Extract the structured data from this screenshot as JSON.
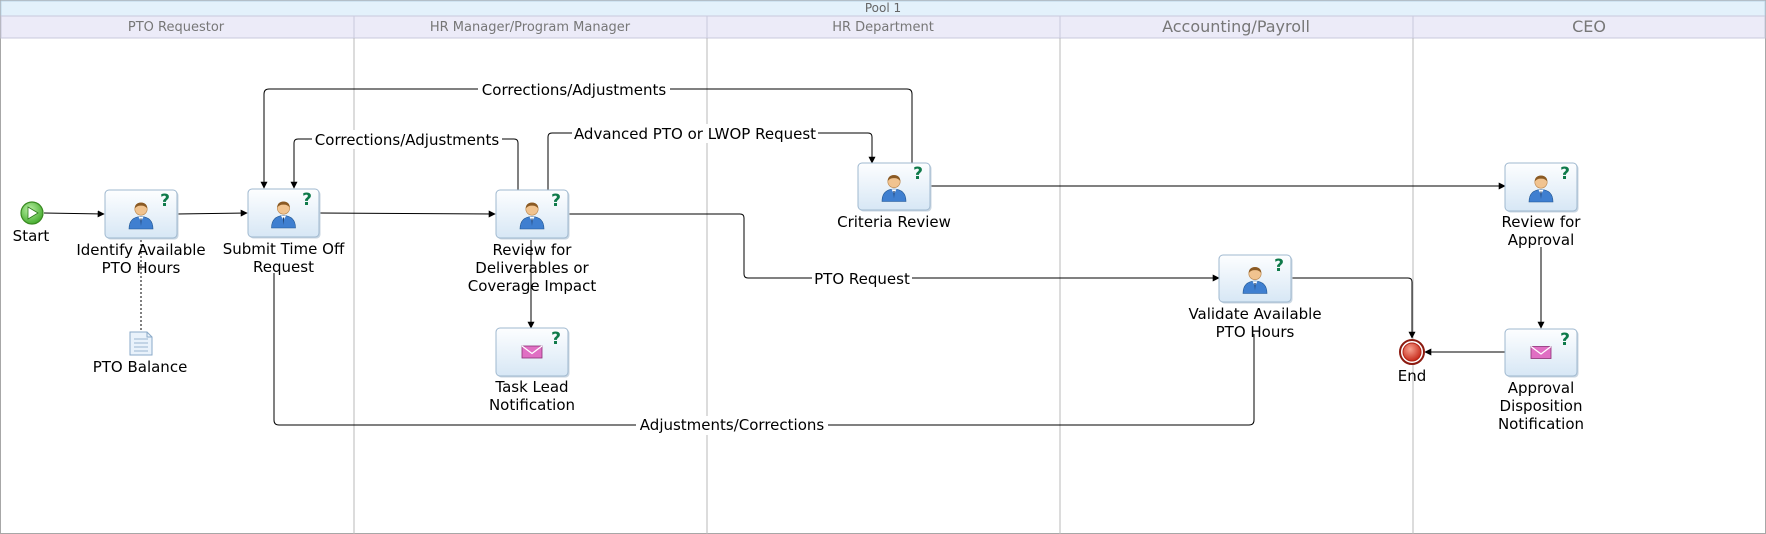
{
  "pool": {
    "title": "Pool 1"
  },
  "lanes": [
    {
      "label": "PTO Requestor"
    },
    {
      "label": "HR Manager/Program Manager"
    },
    {
      "label": "HR Department"
    },
    {
      "label": "Accounting/Payroll"
    },
    {
      "label": "CEO"
    }
  ],
  "events": {
    "start": {
      "label": "Start"
    },
    "end": {
      "label": "End"
    }
  },
  "tasks": {
    "identify": {
      "lines": [
        "Identify Available",
        "PTO Hours"
      ],
      "icon": "user-task-icon"
    },
    "submit": {
      "lines": [
        "Submit Time Off",
        "Request"
      ],
      "icon": "user-task-icon"
    },
    "review_deliverables": {
      "lines": [
        "Review for",
        "Deliverables or",
        "Coverage Impact"
      ],
      "icon": "user-task-icon"
    },
    "task_lead": {
      "lines": [
        "Task Lead",
        "Notification"
      ],
      "icon": "envelope-icon"
    },
    "criteria": {
      "lines": [
        "Criteria Review"
      ],
      "icon": "user-task-icon"
    },
    "validate": {
      "lines": [
        "Validate Available",
        "PTO Hours"
      ],
      "icon": "user-task-icon"
    },
    "review_approval": {
      "lines": [
        "Review for",
        "Approval"
      ],
      "icon": "user-task-icon"
    },
    "approval_notification": {
      "lines": [
        "Approval",
        "Disposition",
        "Notification"
      ],
      "icon": "envelope-icon"
    }
  },
  "task_marker": "?",
  "artifact": {
    "label": "PTO Balance",
    "icon": "document-icon"
  },
  "flow_labels": {
    "corrections_top": "Corrections/Adjustments",
    "corrections_inner": "Corrections/Adjustments",
    "advanced_pto": "Advanced PTO or LWOP Request",
    "pto_request": "PTO Request",
    "adjustments_bottom": "Adjustments/Corrections"
  },
  "colors": {
    "pool_header": "#e3f1fb",
    "lane_header": "#ecebf8",
    "task_fill_top": "#fdfeff",
    "task_fill_bottom": "#d7e7f5",
    "task_border": "#9fb8cf",
    "start_fill": "#5cc440",
    "end_fill": "#d83a2a",
    "question_mark": "#0f7a4a",
    "line": "#000000"
  }
}
